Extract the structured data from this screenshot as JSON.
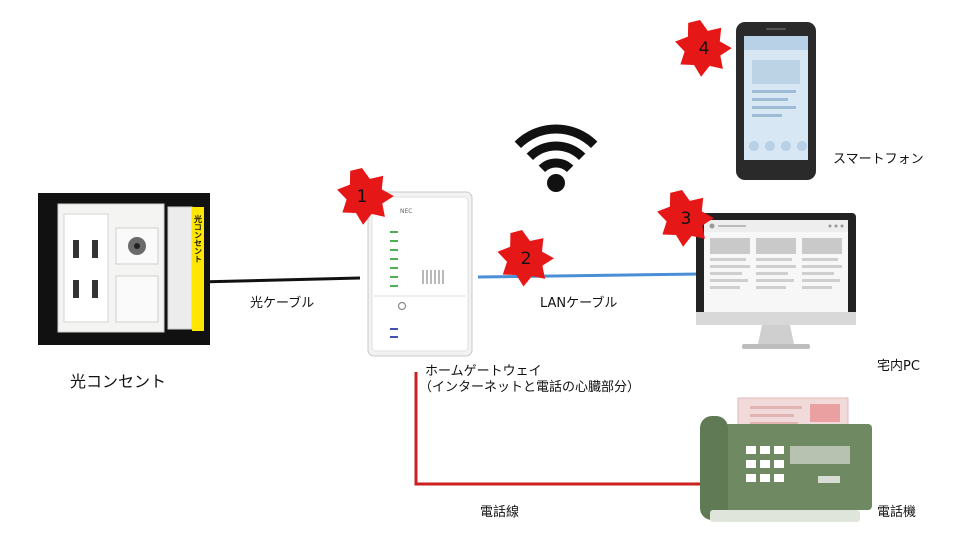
{
  "devices": {
    "optical_outlet": {
      "label": "光コンセント",
      "strip_text": "光コンセント"
    },
    "gateway": {
      "label_line1": "ホームゲートウェイ",
      "label_line2": "（インターネットと電話の心臓部分）",
      "logo": "NEC"
    },
    "smartphone": {
      "label": "スマートフォン"
    },
    "home_pc": {
      "label": "宅内PC"
    },
    "telephone": {
      "label": "電話機"
    }
  },
  "cables": {
    "optical": {
      "label": "光ケーブル",
      "color": "#111111"
    },
    "lan": {
      "label": "LANケーブル",
      "color": "#4a8fd6"
    },
    "phone": {
      "label": "電話線",
      "color": "#cc1f1f"
    }
  },
  "markers": [
    {
      "number": "1",
      "target": "gateway"
    },
    {
      "number": "2",
      "target": "lan-cable"
    },
    {
      "number": "3",
      "target": "home-pc"
    },
    {
      "number": "4",
      "target": "smartphone"
    }
  ],
  "colors": {
    "marker_fill": "#e61717",
    "marker_text": "#111111",
    "strip_yellow": "#ffe600",
    "phone_green": "#6f8a62"
  }
}
